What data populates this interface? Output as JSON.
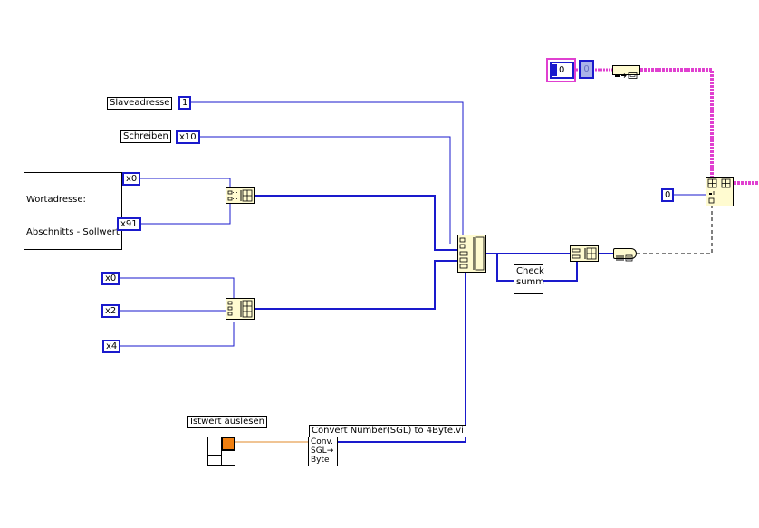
{
  "diagram": {
    "type": "LabVIEW block diagram",
    "labels": {
      "slaveadresse": "Slaveadresse",
      "schreiben": "Schreiben",
      "wortadresse_line1": "Wortadresse:",
      "wortadresse_line2": "Abschnitts - Sollwert",
      "istwert": "Istwert auslesen",
      "convert_vi": "Convert Number(SGL) to 4Byte.vi"
    },
    "constants": {
      "slaveadresse": "1",
      "schreiben": "x10",
      "wort_a": "x0",
      "wort_b": "x91",
      "group2_a": "x0",
      "group2_b": "x2",
      "group2_c": "x4",
      "index": "0",
      "top_numeric": "0",
      "top_indicator": "0"
    },
    "subvis": {
      "checksum_line1": "Check",
      "checksum_line2": "summ",
      "convert_line1": "Conv.",
      "convert_line2": "SGL→",
      "convert_line3": "Byte"
    },
    "colors": {
      "integer_wire": "#1a1acc",
      "cluster_wire": "#e040d0",
      "float_wire": "#e08a2a",
      "node_fill": "#fffbd0",
      "boolean_fill": "#f07f10"
    }
  }
}
